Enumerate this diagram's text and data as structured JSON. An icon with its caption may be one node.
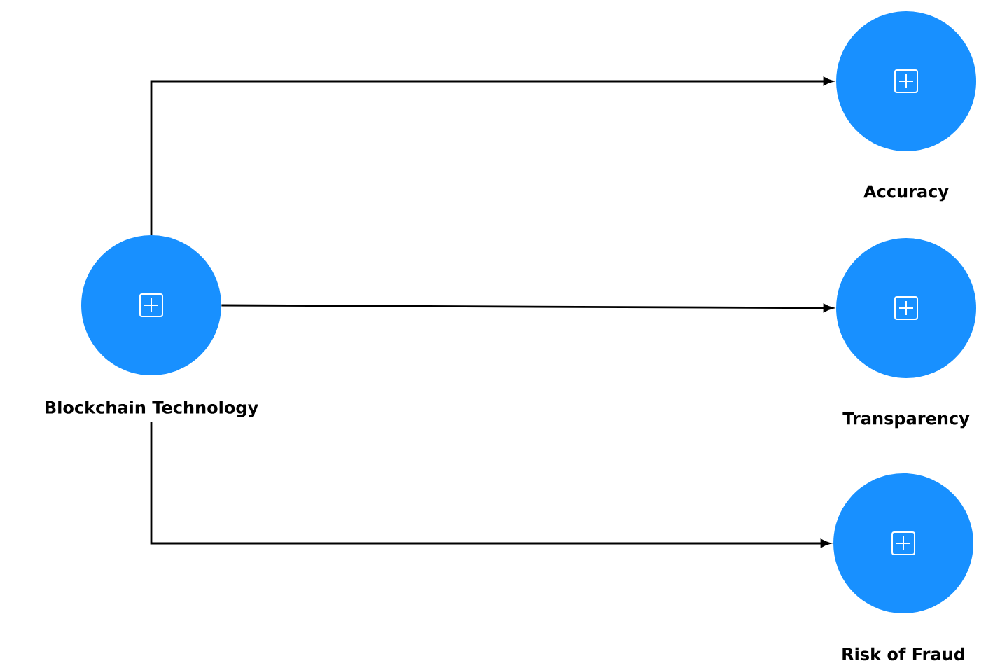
{
  "diagram": {
    "nodes": [
      {
        "text": [
          "Blockchain Technology"
        ]
      },
      {
        "text": [
          "Accuracy"
        ]
      },
      {
        "text": [
          "Transparency"
        ]
      },
      {
        "text": [
          "Risk of Fraud"
        ]
      }
    ],
    "edges": [
      {
        "from": 0,
        "to": 1,
        "arrow": "to"
      },
      {
        "from": 0,
        "to": 2,
        "arrow": "to"
      },
      {
        "from": 0,
        "to": 3,
        "arrow": "to"
      }
    ]
  }
}
